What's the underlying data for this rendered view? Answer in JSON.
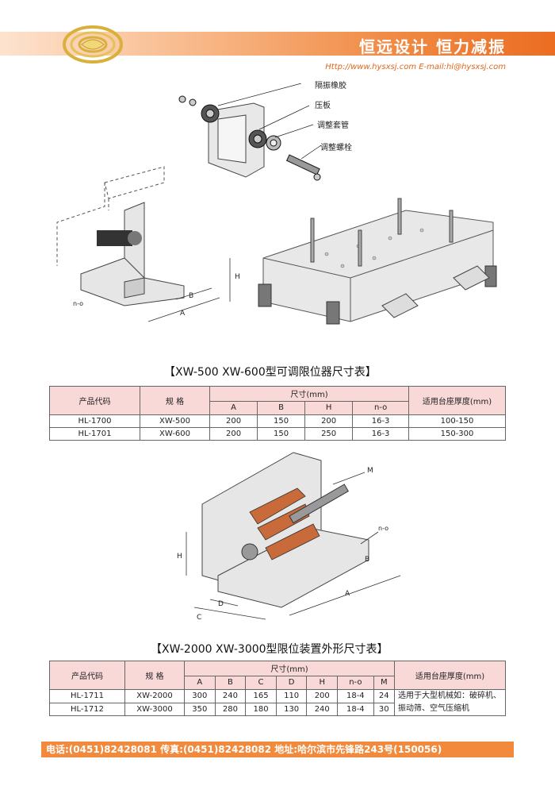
{
  "header": {
    "slogan": "恒远设计 恒力减振",
    "contact": "Http://www.hysxsj.com E-mail:hl@hysxsj.com"
  },
  "callouts": [
    "隔振橡胶",
    "压板",
    "调整套管",
    "调整螺栓"
  ],
  "figure_labels_1": {
    "a": "A",
    "b": "B",
    "h": "H",
    "no": "n-o"
  },
  "table1": {
    "title": "【XW-500 XW-600型可调限位器尺寸表】",
    "col_code": "产品代码",
    "col_spec": "规 格",
    "col_dim": "尺寸(mm)",
    "col_thick": "适用台座厚度(mm)",
    "sub_headers": [
      "A",
      "B",
      "H",
      "n-o"
    ],
    "rows": [
      {
        "code": "HL-1700",
        "spec": "XW-500",
        "a": "200",
        "b": "150",
        "h": "200",
        "no": "16-3",
        "thick": "100-150"
      },
      {
        "code": "HL-1701",
        "spec": "XW-600",
        "a": "200",
        "b": "150",
        "h": "250",
        "no": "16-3",
        "thick": "150-300"
      }
    ]
  },
  "figure_labels_2": {
    "m": "M",
    "no": "n-o",
    "h": "H",
    "a": "A",
    "b": "B",
    "c": "C",
    "d": "D"
  },
  "table2": {
    "title": "【XW-2000 XW-3000型限位装置外形尺寸表】",
    "col_code": "产品代码",
    "col_spec": "规 格",
    "col_dim": "尺寸(mm)",
    "col_use": "适用台座厚度(mm)",
    "sub_headers": [
      "A",
      "B",
      "C",
      "D",
      "H",
      "n-o",
      "M"
    ],
    "rows": [
      {
        "code": "HL-1711",
        "spec": "XW-2000",
        "a": "300",
        "b": "240",
        "c": "165",
        "d": "110",
        "h": "200",
        "no": "18-4",
        "m": "24"
      },
      {
        "code": "HL-1712",
        "spec": "XW-3000",
        "a": "350",
        "b": "280",
        "c": "180",
        "d": "130",
        "h": "240",
        "no": "18-4",
        "m": "30"
      }
    ],
    "use_note": "选用于大型机械如：破碎机、振动筛、空气压缩机"
  },
  "footer": {
    "text": "电话:(0451)82428081 传真:(0451)82428082 地址:哈尔滨市先锋路243号(150056)"
  },
  "colors": {
    "accent": "#f18a3d",
    "header_pink": "#f8d9d8",
    "logo_gold": "#d9b13a"
  }
}
